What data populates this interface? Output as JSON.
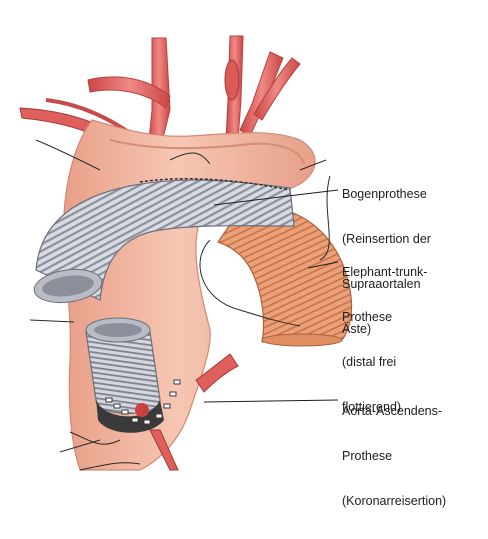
{
  "labels": {
    "bogen": {
      "line1": "Bogenprothese",
      "line2": "(Reinsertion der",
      "line3": "Supraaortalen",
      "line4": "Äste)"
    },
    "elephant": {
      "line1": "Elephant-trunk-",
      "line2": "Prothese",
      "line3": "(distal frei",
      "line4": "flottierend)"
    },
    "ascendens": {
      "line1": "Aorta-Ascendens-",
      "line2": "Prothese",
      "line3": "(Koronarreisertion)"
    }
  },
  "colors": {
    "tissue": "#efb39c",
    "tissue_dark": "#d98a73",
    "vessel_red": "#e0605e",
    "graft_grey": "#c9ccd4",
    "graft_ring": "#7b7f8c",
    "trunk_orange": "#e79a6a",
    "suture": "#2a2a2a"
  }
}
